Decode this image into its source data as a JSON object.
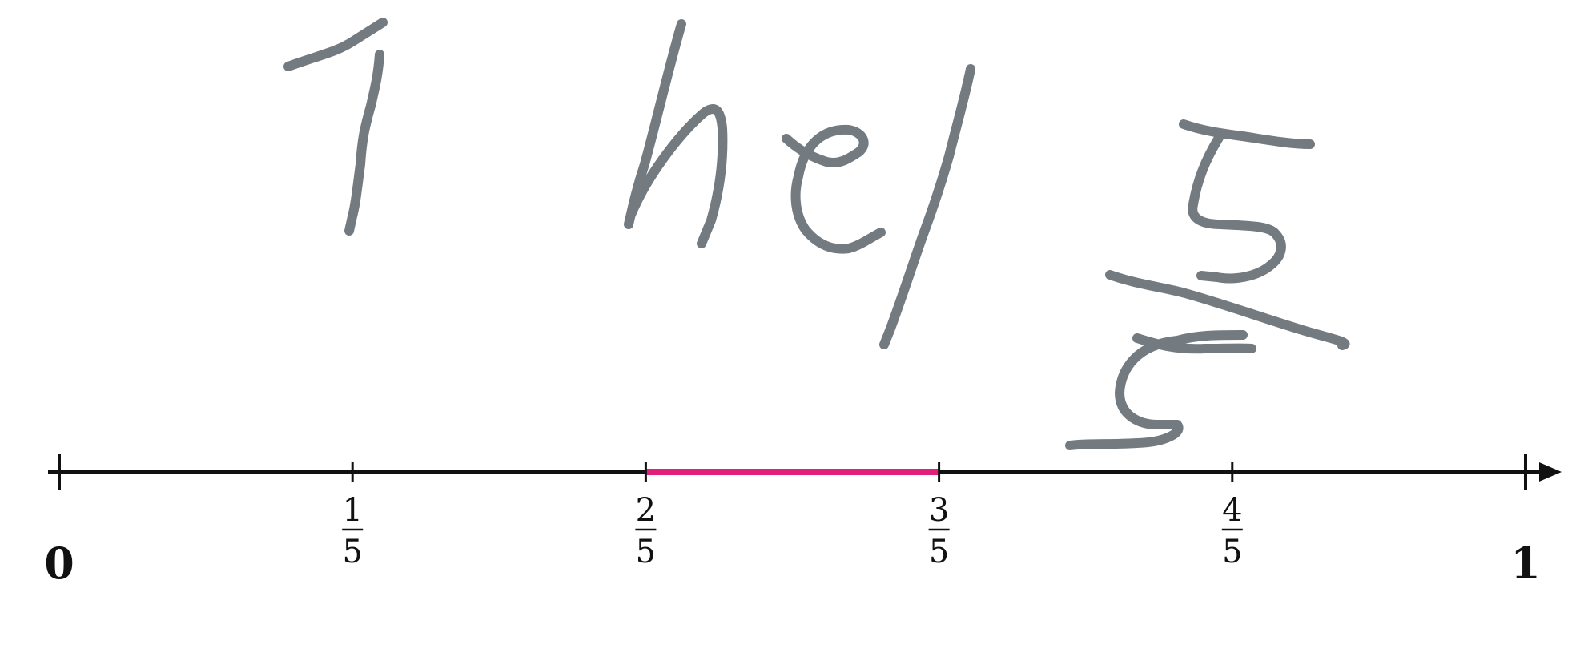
{
  "number_line": {
    "start_label": "0",
    "end_label": "1",
    "min": 0,
    "max": 1,
    "ticks": [
      {
        "value": 0.2,
        "numerator": "1",
        "denominator": "5"
      },
      {
        "value": 0.4,
        "numerator": "2",
        "denominator": "5"
      },
      {
        "value": 0.6,
        "numerator": "3",
        "denominator": "5"
      },
      {
        "value": 0.8,
        "numerator": "4",
        "denominator": "5"
      }
    ],
    "highlight": {
      "from": 0.4,
      "to": 0.6,
      "color": "#e0207a"
    },
    "line_color": "#111111"
  },
  "handwriting": {
    "text": "1 hel 5/5",
    "ink_color": "#737a80"
  }
}
